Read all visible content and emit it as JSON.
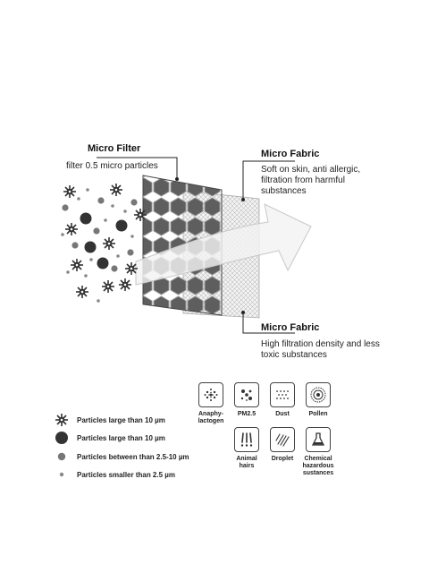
{
  "labels": {
    "micro_filter": {
      "title": "Micro Filter",
      "desc": "filter 0.5 micro particles"
    },
    "micro_fabric_top": {
      "title": "Micro Fabric",
      "desc": "Soft on skin, anti allergic,\nfiltration from harmful\nsubstances"
    },
    "micro_fabric_bottom": {
      "title": "Micro Fabric",
      "desc": "High filtration density and less\ntoxic substances"
    }
  },
  "legend": [
    {
      "icon": "spiky-particle-icon",
      "text": "Particles large than 10 µm"
    },
    {
      "icon": "large-dot-icon",
      "text": "Particles large than 10 µm"
    },
    {
      "icon": "medium-dot-icon",
      "text": "Particles between than 2.5-10 µm"
    },
    {
      "icon": "small-dot-icon",
      "text": "Particles smaller than 2.5 µm"
    }
  ],
  "filtered_items": [
    {
      "icon": "allergen-dots-icon",
      "label": "Anaphy-\nlactogen"
    },
    {
      "icon": "pm25-icon",
      "label": "PM2.5"
    },
    {
      "icon": "dust-icon",
      "label": "Dust"
    },
    {
      "icon": "pollen-icon",
      "label": "Pollen"
    },
    {
      "icon": "animal-hair-icon",
      "label": "Animal\nhairs"
    },
    {
      "icon": "droplet-icon",
      "label": "Droplet"
    },
    {
      "icon": "chemical-flask-icon",
      "label": "Chemical\nhazardous\nsustances"
    }
  ],
  "colors": {
    "filter_dark": "#5a5a5a",
    "filter_hex_line": "#8a8a8a",
    "mesh": "#cfcfcf",
    "arrow": "#f2f2f2",
    "particle": "#333333",
    "particle_gray": "#777777"
  }
}
